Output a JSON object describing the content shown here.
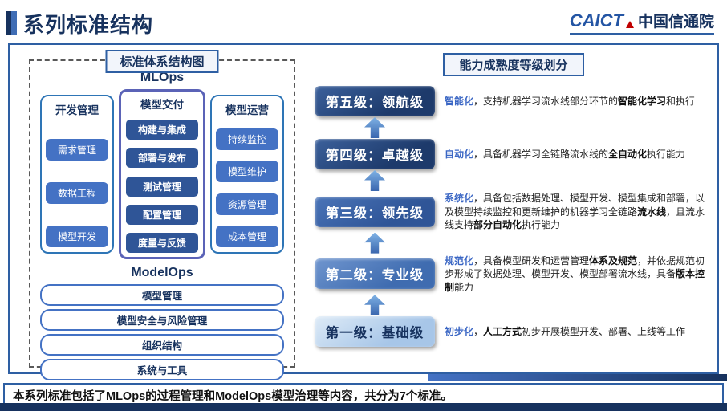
{
  "header": {
    "title": "系列标准结构",
    "logo_en": "CAICT",
    "logo_cn": "中国信通院"
  },
  "left_panel": {
    "title": "标准体系结构图",
    "mlops_label": "MLOps",
    "col_dev": {
      "header": "开发管理",
      "items": [
        "需求管理",
        "数据工程",
        "模型开发"
      ]
    },
    "col_delivery": {
      "header": "模型交付",
      "items": [
        "构建与集成",
        "部署与发布",
        "测试管理",
        "配置管理",
        "度量与反馈"
      ]
    },
    "col_ops": {
      "header": "模型运营",
      "items": [
        "持续监控",
        "模型维护",
        "资源管理",
        "成本管理"
      ]
    },
    "modelops_label": "ModelOps",
    "modelops_bars": [
      "模型管理",
      "模型安全与风险管理",
      "组织结构",
      "系统与工具"
    ]
  },
  "right_panel": {
    "title": "能力成熟度等级划分",
    "levels": [
      {
        "label": "第五级：领航级",
        "kw": "智能化",
        "d1": "，支持机器学习流水线部分环节的",
        "b1": "智能化学习",
        "d2": "和执行",
        "b2": "",
        "d3": ""
      },
      {
        "label": "第四级：卓越级",
        "kw": "自动化",
        "d1": "，具备机器学习全链路流水线的",
        "b1": "全自动化",
        "d2": "执行能力",
        "b2": "",
        "d3": ""
      },
      {
        "label": "第三级：领先级",
        "kw": "系统化",
        "d1": "，具备包括数据处理、模型开发、模型集成和部署，以及模型持续监控和更新维护的机器学习全链路",
        "b1": "流水线",
        "d2": "，且流水线支持",
        "b2": "部分自动化",
        "d3": "执行能力"
      },
      {
        "label": "第二级：专业级",
        "kw": "规范化",
        "d1": "，具备模型研发和运营管理",
        "b1": "体系及规范",
        "d2": "，并依据规范初步形成了数据处理、模型开发、模型部署流水线，具备",
        "b2": "版本控制",
        "d3": "能力"
      },
      {
        "label": "第一级：基础级",
        "kw": "初步化",
        "d1": "，",
        "b1": "人工方式",
        "d2": "初步开展模型开发、部署、上线等工作",
        "b2": "",
        "d3": ""
      }
    ]
  },
  "footer": {
    "text": "本系列标准包括了MLOps的过程管理和ModelOps模型治理等内容，共分为7个标准。"
  },
  "colors": {
    "navy": "#17325e",
    "frame_blue": "#2E5FA3",
    "chip_blue": "#4472C4",
    "chip_dark_blue": "#2F5597",
    "delivery_border": "#5B63B7",
    "keyword_blue": "#3a66c4",
    "level1_light_blue": "#a7c6e8",
    "logo_red": "#C00000"
  }
}
